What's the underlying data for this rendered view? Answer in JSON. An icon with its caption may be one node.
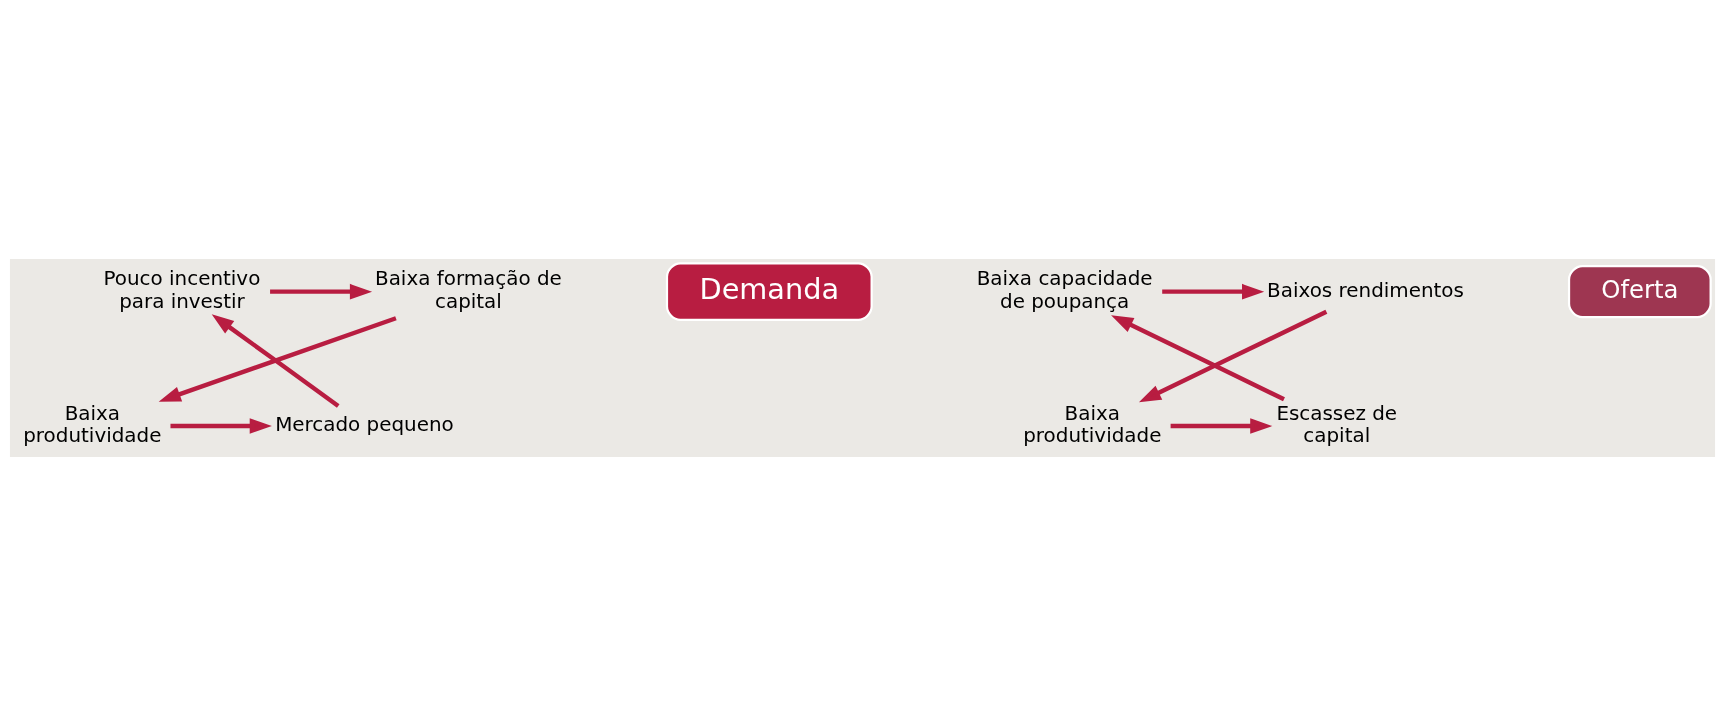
{
  "diagram": {
    "nodes": [
      {
        "text": [
          "Pouco incentivo para investir"
        ]
      },
      {
        "text": [
          "Baixa formação de capital"
        ]
      },
      {
        "text": [
          "Demanda"
        ]
      },
      {
        "text": [
          "Mercado pequeno"
        ]
      },
      {
        "text": [
          "Baixa produtividade"
        ]
      },
      {
        "text": [
          "Baixa capacidade de poupança"
        ]
      },
      {
        "text": [
          "Baixos rendimentos"
        ]
      },
      {
        "text": [
          "Oferta"
        ]
      },
      {
        "text": [
          "Escassez de capital"
        ]
      },
      {
        "text": [
          "Baixa produtividade"
        ]
      }
    ],
    "edges": [
      {
        "from": 0,
        "to": 1,
        "arrow": "to"
      },
      {
        "from": 1,
        "to": 4,
        "arrow": "to"
      },
      {
        "from": 4,
        "to": 3,
        "arrow": "to"
      },
      {
        "from": 3,
        "to": 0,
        "arrow": "to"
      },
      {
        "from": 5,
        "to": 6,
        "arrow": "to"
      },
      {
        "from": 6,
        "to": 9,
        "arrow": "to"
      },
      {
        "from": 9,
        "to": 8,
        "arrow": "to"
      },
      {
        "from": 8,
        "to": 5,
        "arrow": "to"
      }
    ]
  }
}
